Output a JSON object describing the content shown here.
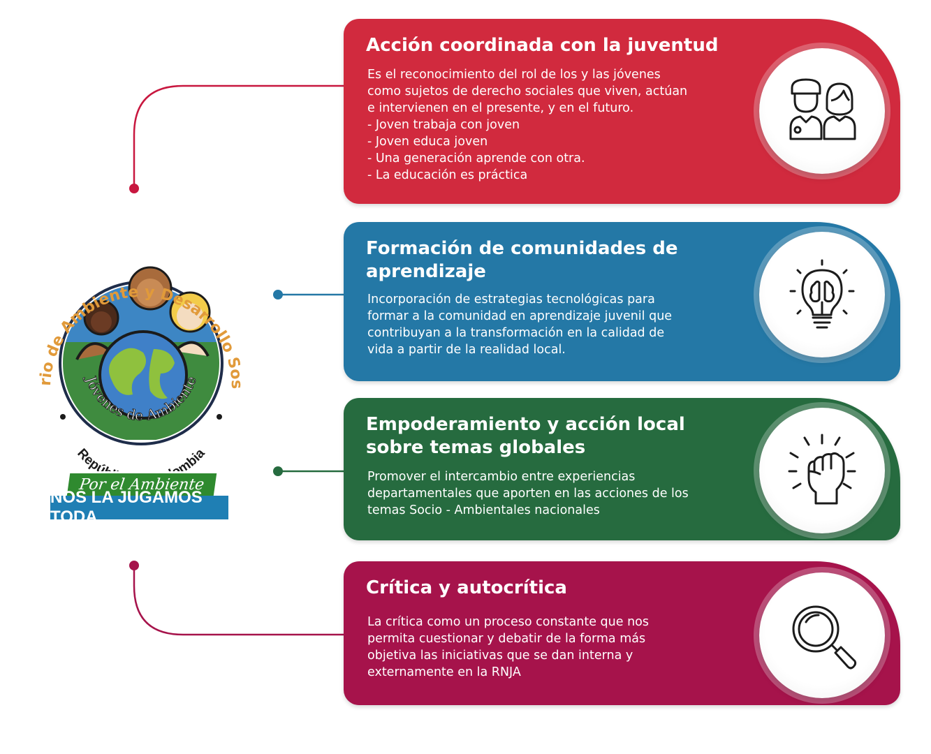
{
  "logo": {
    "arc_text": "Ministerio de Ambiente y Desarrollo Sostenible",
    "inner_text": "Jóvenes de Ambiente",
    "bottom_text": "República de Colombia",
    "slogan_line1": "Por el Ambiente",
    "slogan_line2": "NOS LA JUGAMOS TODA"
  },
  "cards": [
    {
      "title": "Acción coordinada con la juventud",
      "body": "Es el reconocimiento del rol de los y las jóvenes\ncomo sujetos de derecho sociales que viven, actúan\ne intervienen en el presente, y en el futuro.\n- Joven trabaja con joven\n- Joven educa joven\n- Una generación aprende con otra.\n- La educación es práctica",
      "color": "#d12a3e",
      "icon": "youth-people-icon"
    },
    {
      "title": "Formación de comunidades de aprendizaje",
      "body": "Incorporación de estrategias tecnológicas para\nformar a la comunidad en aprendizaje juvenil que\ncontribuyan a la transformación en la calidad de\nvida a partir de la realidad local.",
      "color": "#2478a6",
      "icon": "brain-lightbulb-icon"
    },
    {
      "title": "Empoderamiento y acción local sobre temas globales",
      "body": "Promover el intercambio entre experiencias\ndepartamentales que aporten en las acciones de los\ntemas Socio - Ambientales nacionales",
      "color": "#266b3f",
      "icon": "raised-fist-icon"
    },
    {
      "title": "Crítica y autocrítica",
      "body": "La crítica como un proceso constante que nos\npermita cuestionar y debatir de la forma más\nobjetiva las iniciativas que se dan interna y\nexternamente en la RNJA",
      "color": "#a6134b",
      "icon": "magnifying-glass-icon"
    }
  ]
}
